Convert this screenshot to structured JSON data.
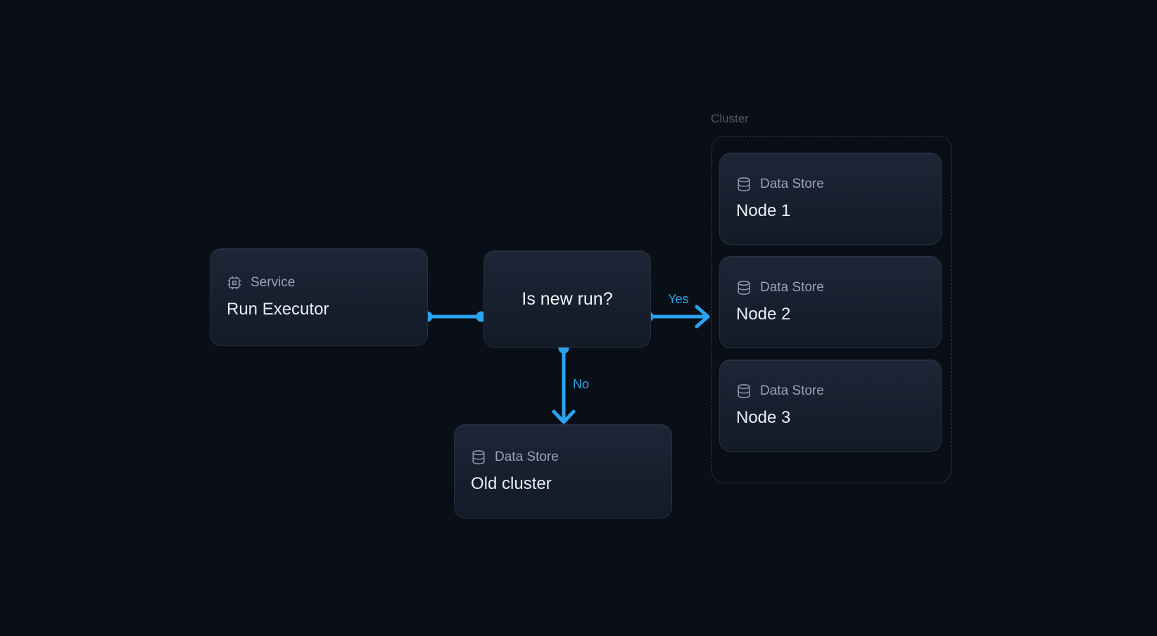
{
  "canvas": {
    "background": "#0A0E17",
    "accent": "#2AA4F0"
  },
  "nodes": {
    "run_executor": {
      "icon": "cpu-icon",
      "type_label": "Service",
      "title": "Run Executor"
    },
    "decision": {
      "title": "Is new run?"
    },
    "old_cluster": {
      "icon": "database-icon",
      "type_label": "Data Store",
      "title": "Old cluster"
    }
  },
  "cluster": {
    "label": "Cluster",
    "nodes": [
      {
        "icon": "database-icon",
        "type_label": "Data Store",
        "title": "Node 1"
      },
      {
        "icon": "database-icon",
        "type_label": "Data Store",
        "title": "Node 2"
      },
      {
        "icon": "database-icon",
        "type_label": "Data Store",
        "title": "Node 3"
      }
    ]
  },
  "edges": {
    "service_to_decision": {
      "label": ""
    },
    "decision_to_cluster": {
      "label": "Yes"
    },
    "decision_to_old_cluster": {
      "label": "No"
    }
  }
}
